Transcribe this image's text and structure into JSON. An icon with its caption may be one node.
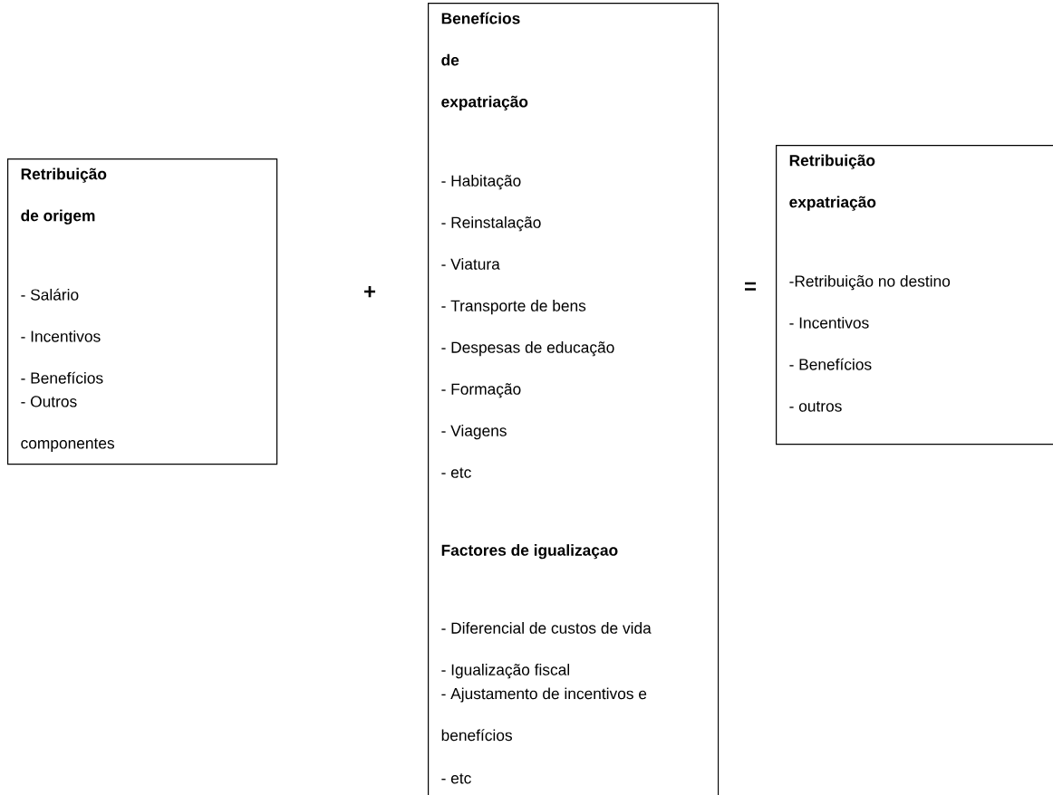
{
  "diagram": {
    "nodes": [
      {
        "text": [
          "Retribuição de origem",
          "- Salário",
          "- Incentivos",
          "- Benefícios",
          "- Outros componentes"
        ]
      },
      {
        "text": [
          "Benefícios de expatriação",
          "- Habitação",
          "- Reinstalação",
          "- Viatura",
          "- Transporte de bens",
          "- Despesas de educação",
          "- Formação",
          "- Viagens",
          "- etc",
          "Factores de igualizaçao",
          "- Diferencial de custos de vida",
          "- Igualização fiscal",
          "- Ajustamento de incentivos e benefícios",
          "- etc"
        ]
      },
      {
        "text": [
          "Retribuição expatriação",
          "-Retribuição no destino",
          "- Incentivos",
          "- Benefícios",
          "- outros"
        ]
      }
    ],
    "labels": [
      "+",
      "="
    ]
  }
}
